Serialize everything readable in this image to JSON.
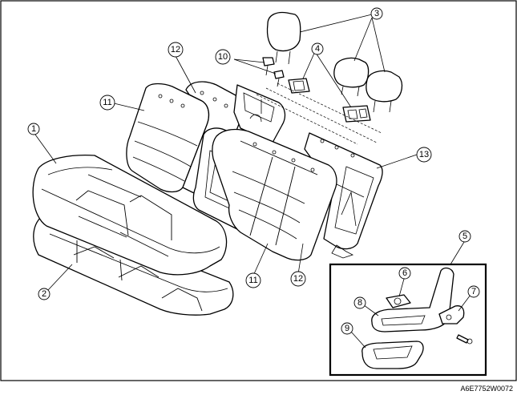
{
  "figure_code": "A6E7752W0072",
  "callouts": [
    "1",
    "2",
    "3",
    "4",
    "5",
    "6",
    "7",
    "8",
    "9",
    "10",
    "11",
    "12",
    "13"
  ],
  "callout_11_second": "11",
  "callout_12_second": "12"
}
